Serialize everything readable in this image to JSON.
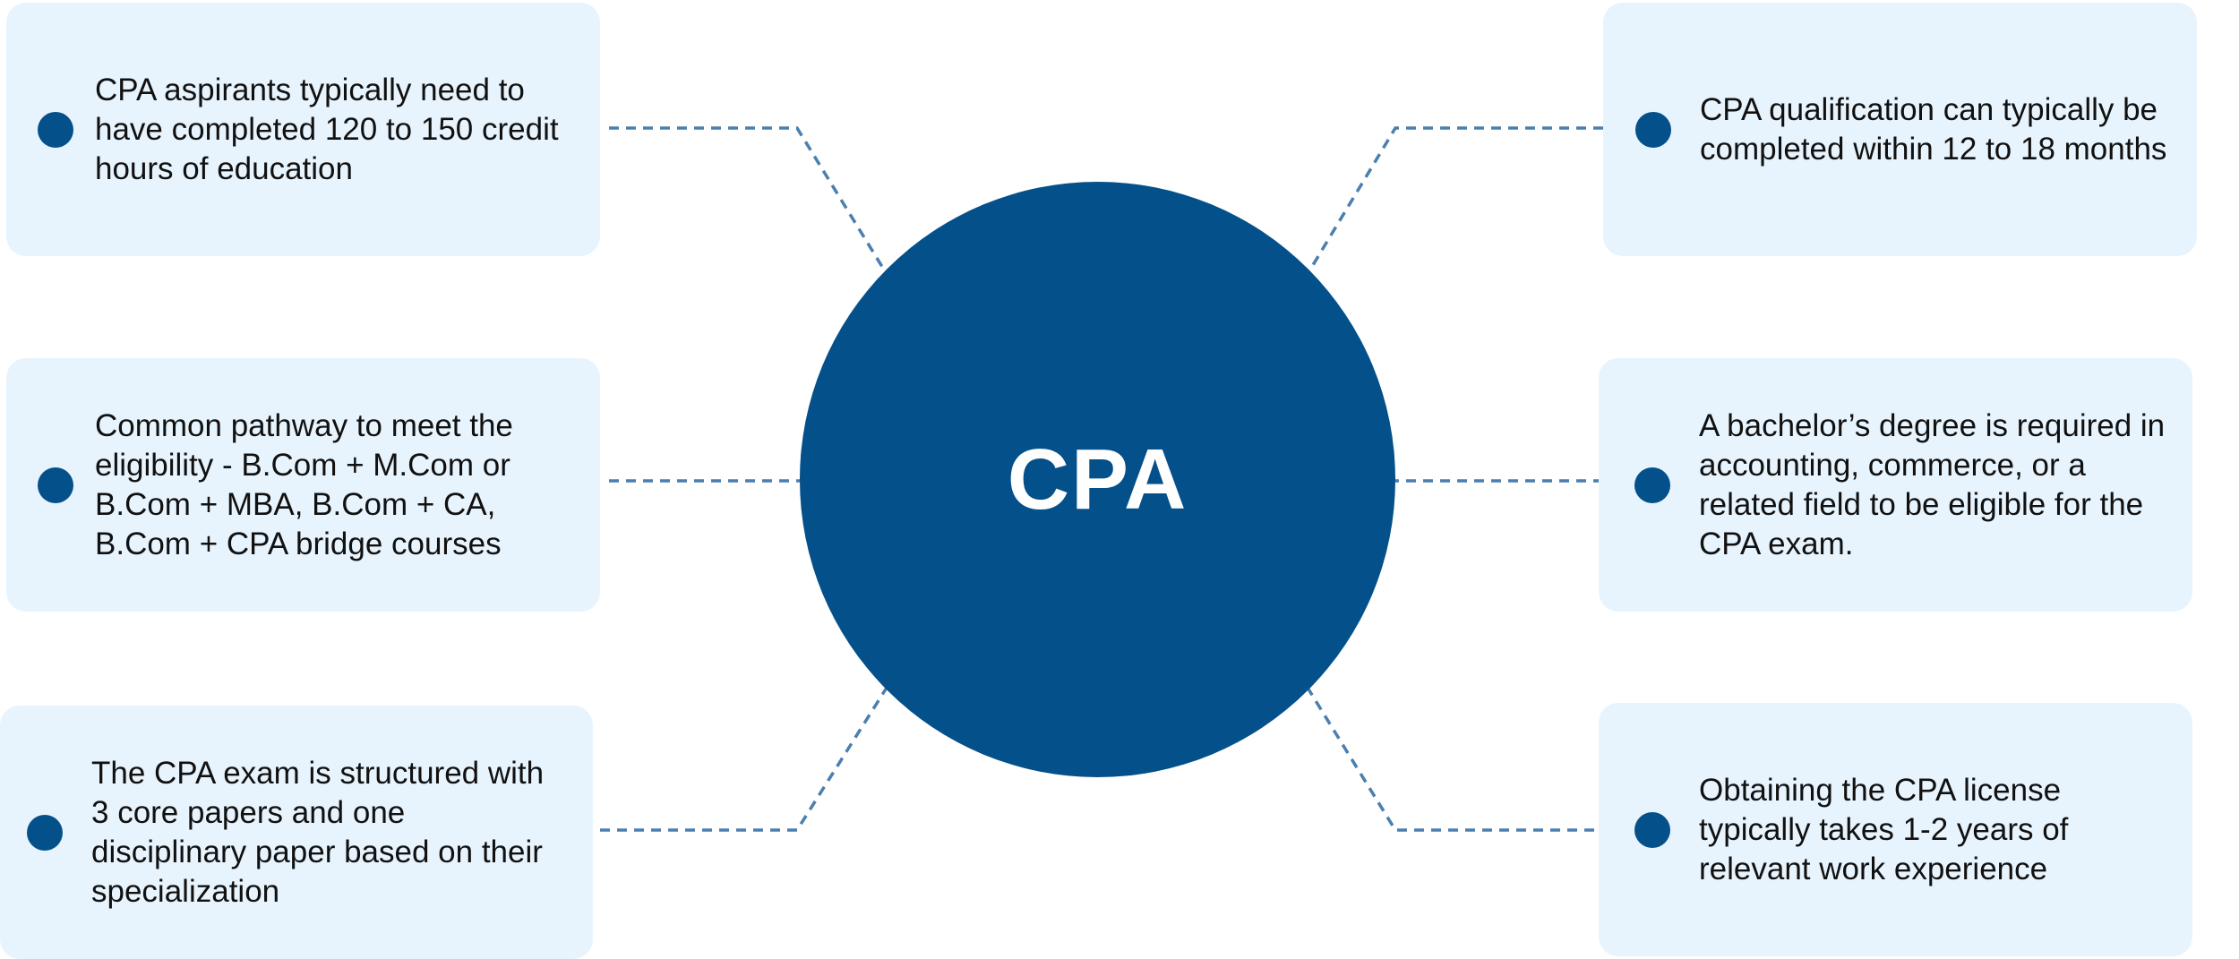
{
  "hub": {
    "label": "CPA"
  },
  "colors": {
    "accent": "#04508a",
    "card_bg": "#e8f4fd"
  },
  "cards": [
    {
      "text": "CPA aspirants typically need to have completed 120 to 150 credit hours of education"
    },
    {
      "text": "Common pathway to meet the eligibility - B.Com + M.Com or B.Com + MBA, B.Com + CA, B.Com + CPA bridge courses"
    },
    {
      "text": "The CPA exam is structured with 3 core papers and one disciplinary paper based on their specialization"
    },
    {
      "text": "CPA qualification can typically be completed within 12 to 18 months"
    },
    {
      "text": "A bachelor’s degree is required in accounting, commerce, or a related field to be eligible for the CPA exam."
    },
    {
      "text": "Obtaining the CPA license typically takes 1-2 years of relevant work experience"
    }
  ]
}
